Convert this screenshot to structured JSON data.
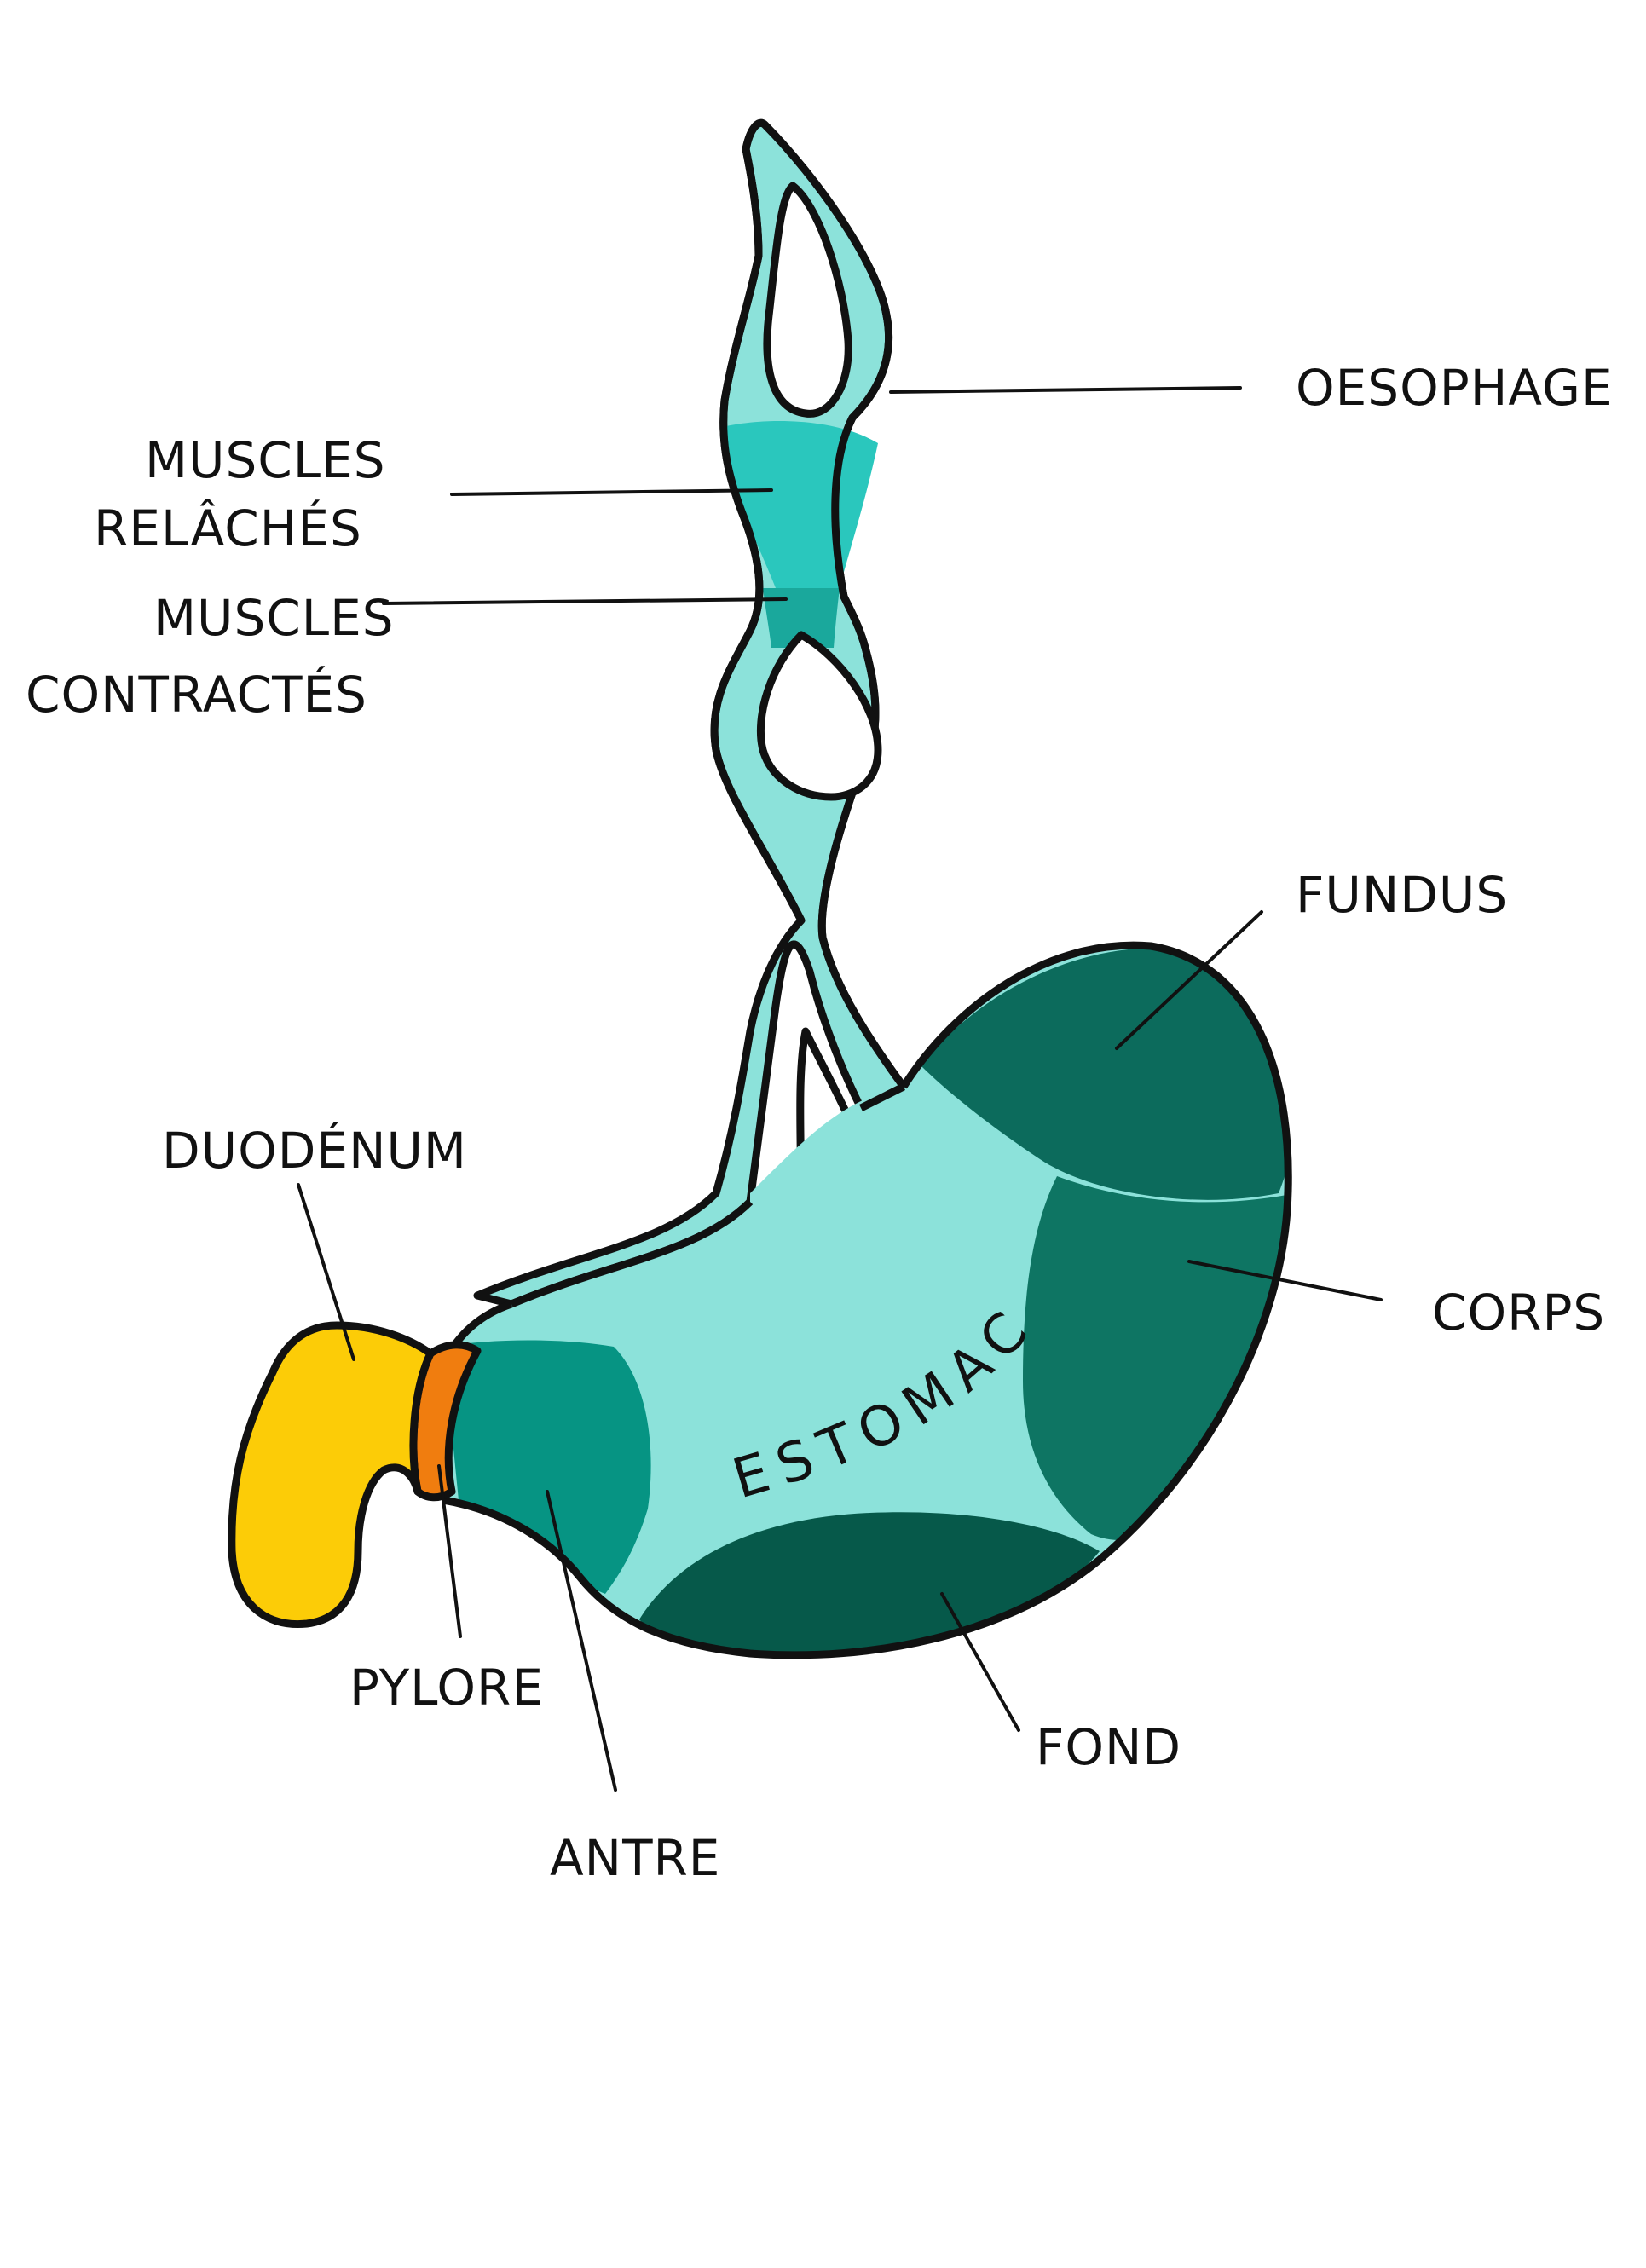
{
  "colors": {
    "esophagus": "#8ce2da",
    "muscles_relaxed": "#2ac7bd",
    "muscles_contracted": "#1aa89c",
    "fundus": "#0c6b5c",
    "corps": "#0e7563",
    "fond": "#06594a",
    "antre": "#069483",
    "duodenum": "#fccc07",
    "pylore": "#f07d0f",
    "outline": "#111111"
  },
  "labels": {
    "oesophage": "OESOPHAGE",
    "muscles_relaches_line1": "MUSCLES",
    "muscles_relaches_line2": "RELÂCHÉS",
    "muscles_contractes_line1": "MUSCLES",
    "muscles_contractes_line2": "CONTRACTÉS",
    "fundus": "FUNDUS",
    "duodenum": "DUODÉNUM",
    "corps": "CORPS",
    "estomac": "ESTOMAC",
    "pylore": "PYLORE",
    "fond": "FOND",
    "antre": "ANTRE"
  }
}
